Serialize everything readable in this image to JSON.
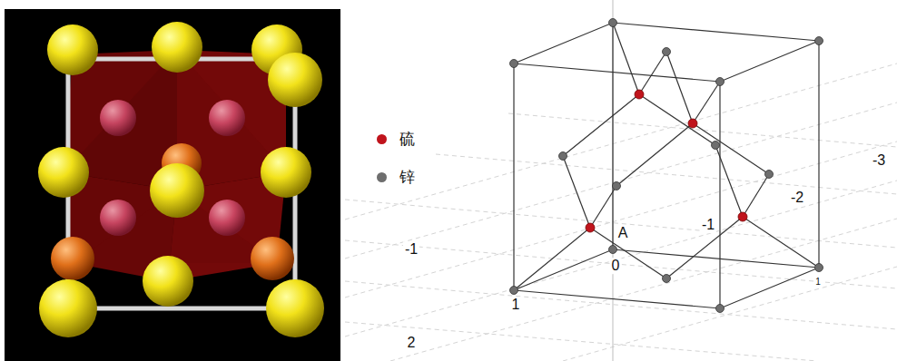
{
  "diagram": {
    "labels": [
      "-3",
      "-2",
      "-1",
      "A",
      "0",
      "-1",
      "1",
      "2",
      "1"
    ],
    "legend": [
      {
        "text": "硫",
        "color": "#c0141c"
      },
      {
        "text": "锌",
        "color": "#6e6e6e"
      }
    ]
  }
}
